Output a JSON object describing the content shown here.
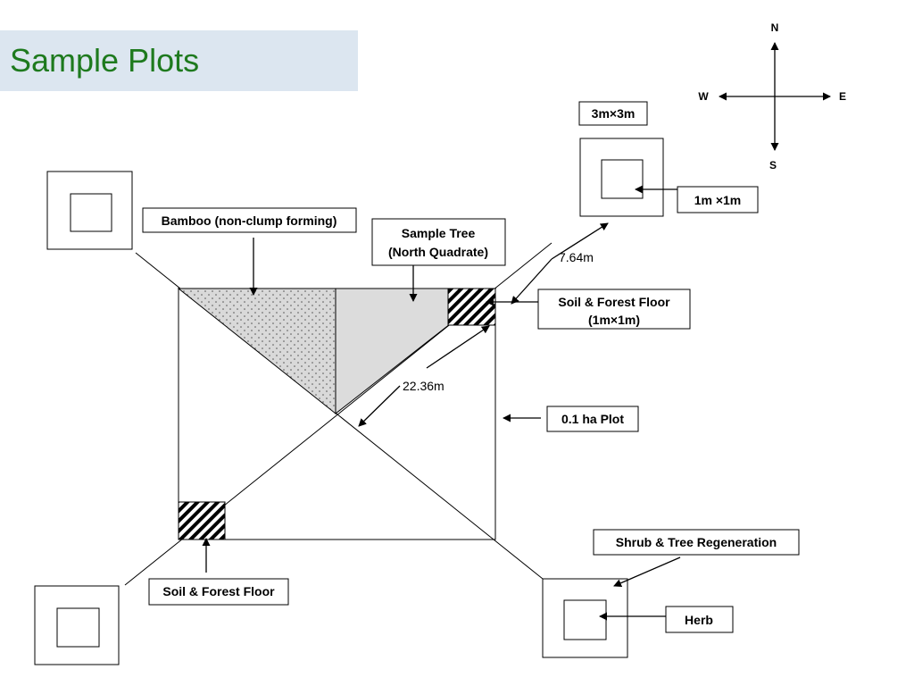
{
  "title": "Sample Plots",
  "compass": {
    "north": "N",
    "south": "S",
    "east": "E",
    "west": "W"
  },
  "labels": {
    "bamboo": "Bamboo (non-clump forming)",
    "sample_tree_line1": "Sample Tree",
    "sample_tree_line2": "(North Quadrate)",
    "soil_forest_floor_line1": "Soil & Forest Floor",
    "soil_forest_floor_line2": "(1m×1m)",
    "plot_01ha": "0.1 ha Plot",
    "subplot_3m": "3m×3m",
    "subplot_1m": "1m ×1m",
    "shrub_tree_regen": "Shrub & Tree Regeneration",
    "herb": "Herb",
    "soil_forest_floor_bottom": "Soil & Forest Floor"
  },
  "measurements": {
    "short": "7.64m",
    "long": "22.36m"
  },
  "colors": {
    "title": "#1e7a1e",
    "title_band": "#dce6f0",
    "quadrant_fill": "#dcdcdc"
  }
}
